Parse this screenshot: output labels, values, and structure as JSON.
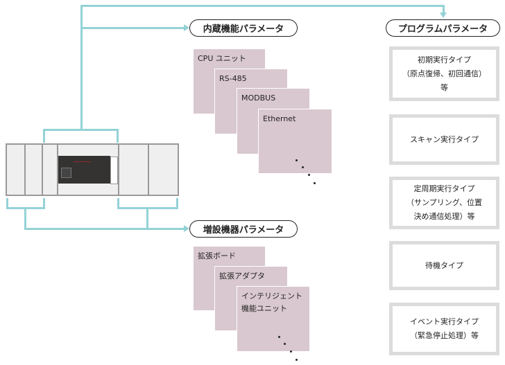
{
  "builtin": {
    "title": "内蔵機能パラメータ",
    "items": [
      "CPU ユニット",
      "RS-485",
      "MODBUS",
      "Ethernet"
    ]
  },
  "expansion": {
    "title": "増設機器パラメータ",
    "items": [
      "拡張ボード",
      "拡張アダプタ",
      "インテリジェント",
      "機能ユニット"
    ]
  },
  "program": {
    "title": "プログラムパラメータ",
    "items": [
      {
        "lines": [
          "初期実行タイプ",
          "（原点復帰、初回通信）",
          "等"
        ]
      },
      {
        "lines": [
          "スキャン実行タイプ"
        ]
      },
      {
        "lines": [
          "定周期実行タイプ",
          "（サンプリング、位置",
          "決め通信処理）等"
        ]
      },
      {
        "lines": [
          "待機タイプ"
        ]
      },
      {
        "lines": [
          "イベント実行タイプ",
          "（緊急停止処理）等"
        ]
      }
    ]
  },
  "colors": {
    "connector": "#94d2d6",
    "module": "#d9c8cf"
  }
}
